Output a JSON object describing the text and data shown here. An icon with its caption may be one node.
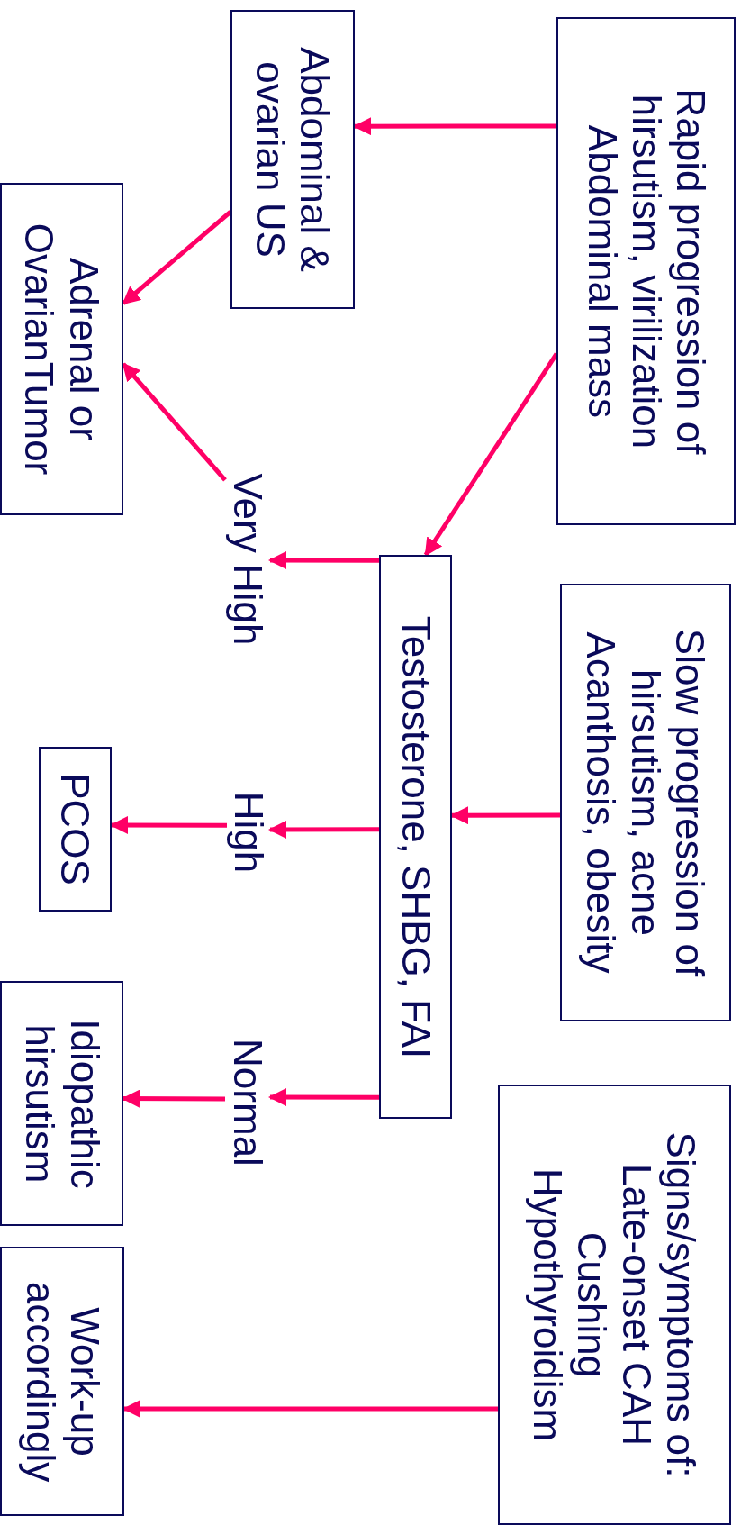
{
  "diagram": {
    "nodes": [
      {
        "text": [
          "Rapid progression of hirsutism, virilization",
          "Abdominal mass"
        ]
      },
      {
        "text": [
          "Slow progression of hirsutism, acne",
          "Acanthosis, obesity"
        ]
      },
      {
        "text": [
          "Signs/symptoms of:",
          "Late-onset CAH",
          "Cushing",
          "Hypothyroidism"
        ]
      },
      {
        "text": [
          "Abdominal & ovarian US"
        ]
      },
      {
        "text": [
          "Testosterone, SHBG, FAI"
        ]
      },
      {
        "text": [
          "Adrenal or OvarianTumor"
        ]
      },
      {
        "text": [
          "Very High"
        ]
      },
      {
        "text": [
          "High"
        ]
      },
      {
        "text": [
          "Normal"
        ]
      },
      {
        "text": [
          "PCOS"
        ]
      },
      {
        "text": [
          "Idiopathic hirsutism"
        ]
      },
      {
        "text": [
          "Work-up accordingly"
        ]
      }
    ],
    "edges": [
      {
        "from": 0,
        "to": 3,
        "arrow": "to"
      },
      {
        "from": 0,
        "to": 4,
        "arrow": "to"
      },
      {
        "from": 1,
        "to": 4,
        "arrow": "to"
      },
      {
        "from": 2,
        "to": 11,
        "arrow": "to"
      },
      {
        "from": 3,
        "to": 5,
        "arrow": "to"
      },
      {
        "from": 6,
        "to": 5,
        "arrow": "to"
      },
      {
        "from": 4,
        "to": 6,
        "arrow": "to"
      },
      {
        "from": 4,
        "to": 7,
        "arrow": "to"
      },
      {
        "from": 4,
        "to": 8,
        "arrow": "to"
      },
      {
        "from": 7,
        "to": 9,
        "arrow": "to"
      },
      {
        "from": 8,
        "to": 10,
        "arrow": "to"
      }
    ]
  }
}
